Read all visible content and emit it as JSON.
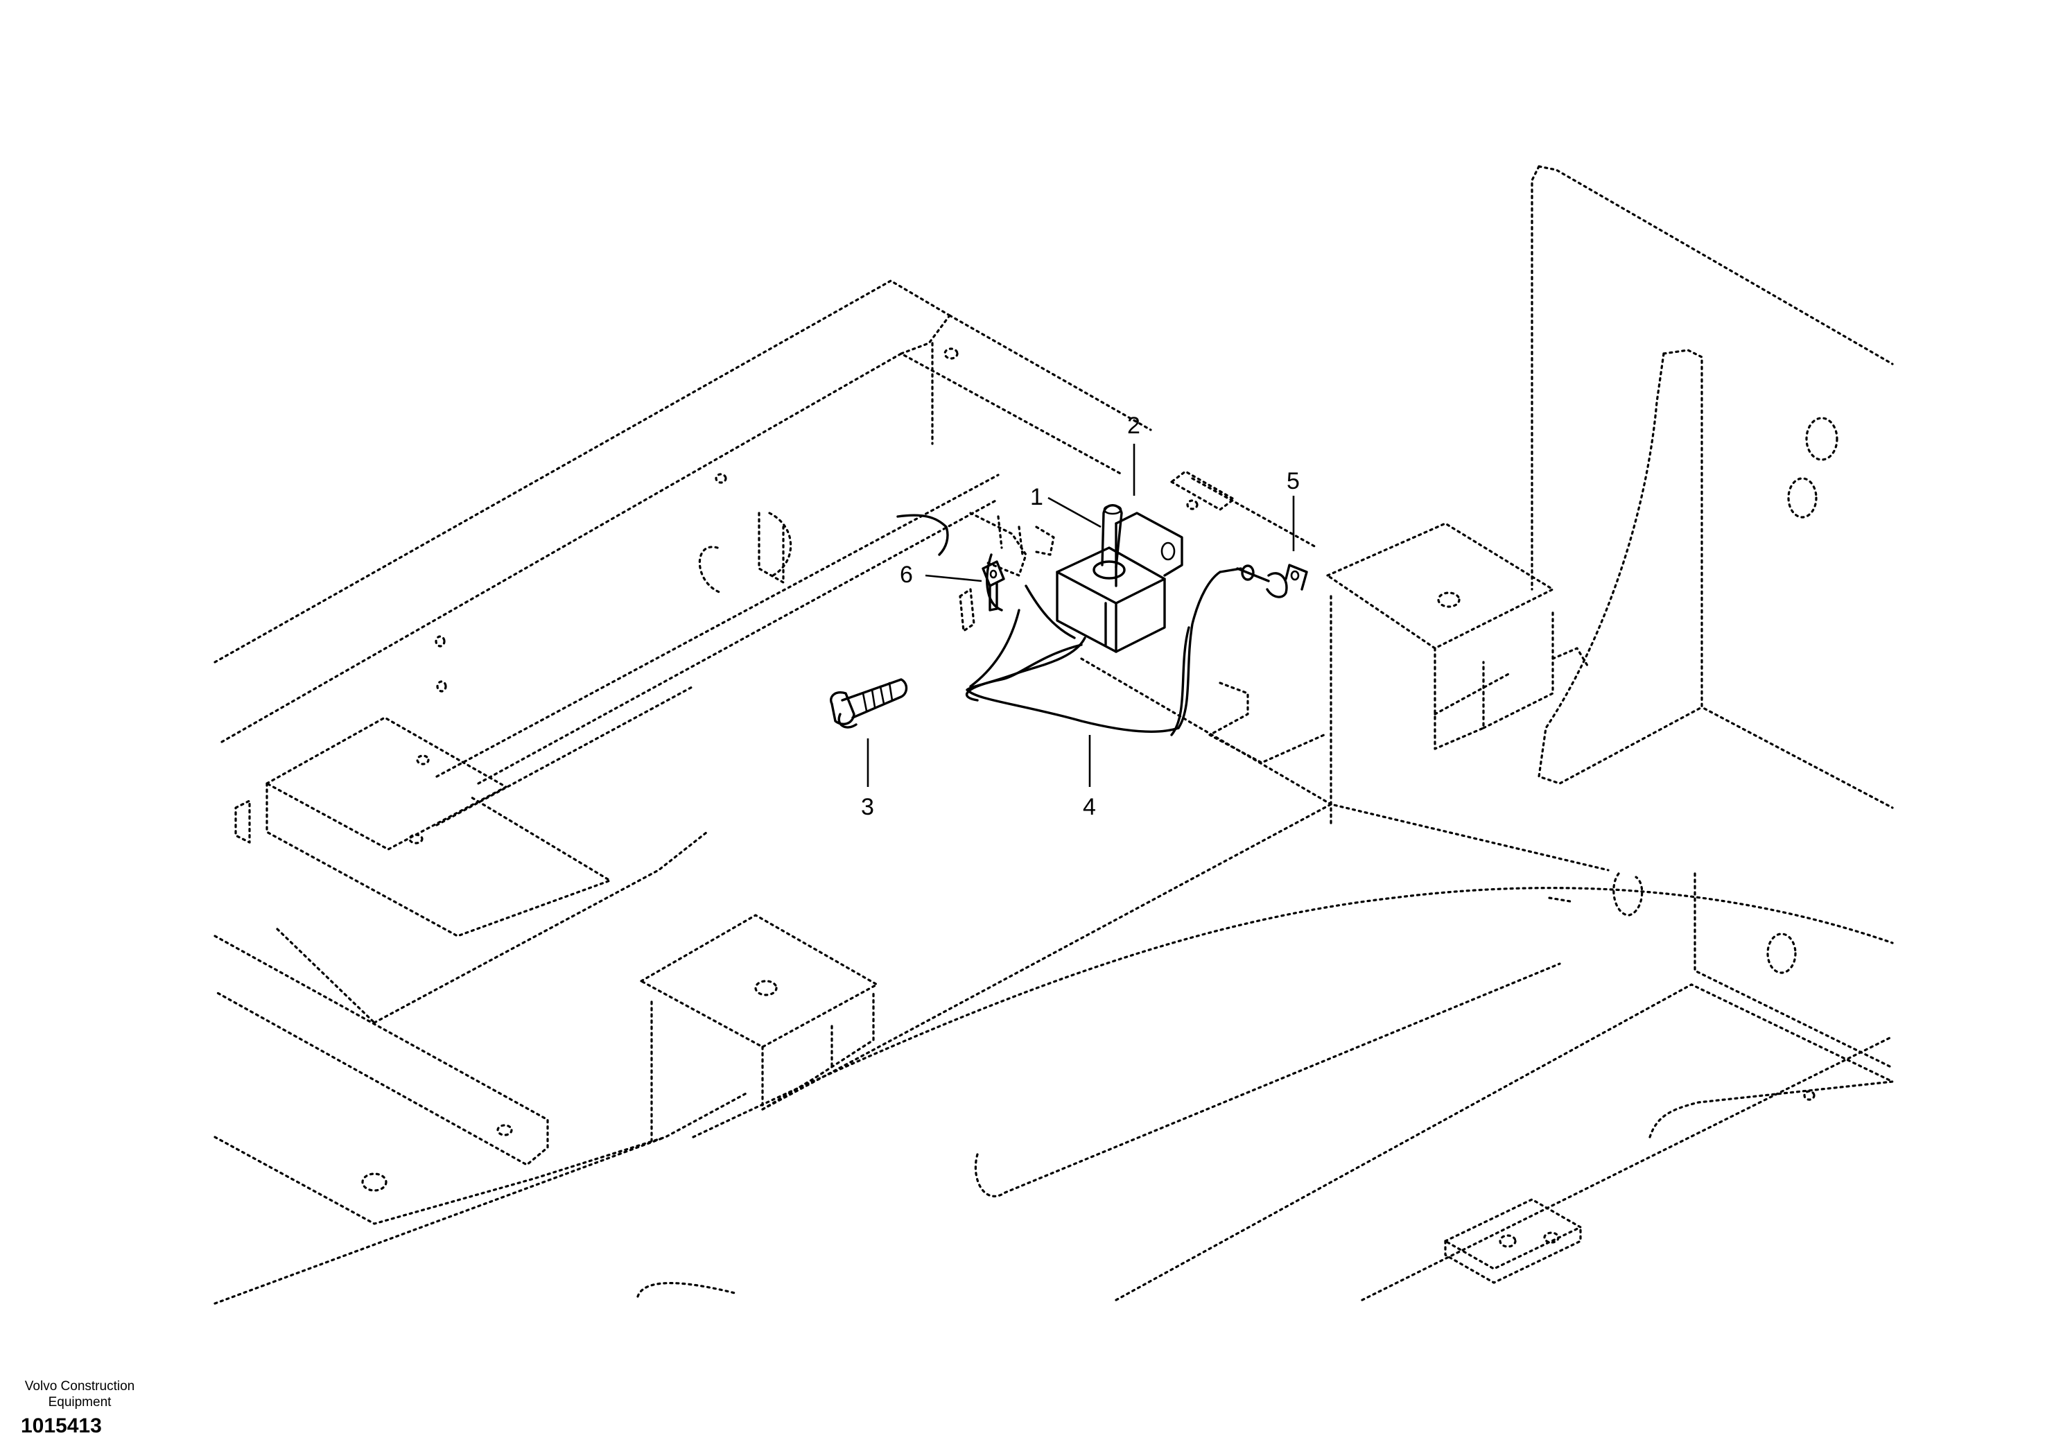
{
  "diagram": {
    "callouts": [
      "1",
      "2",
      "3",
      "4",
      "5",
      "6"
    ]
  },
  "footer": {
    "brand": "Volvo Construction Equipment",
    "drawing_number": "1015413"
  }
}
